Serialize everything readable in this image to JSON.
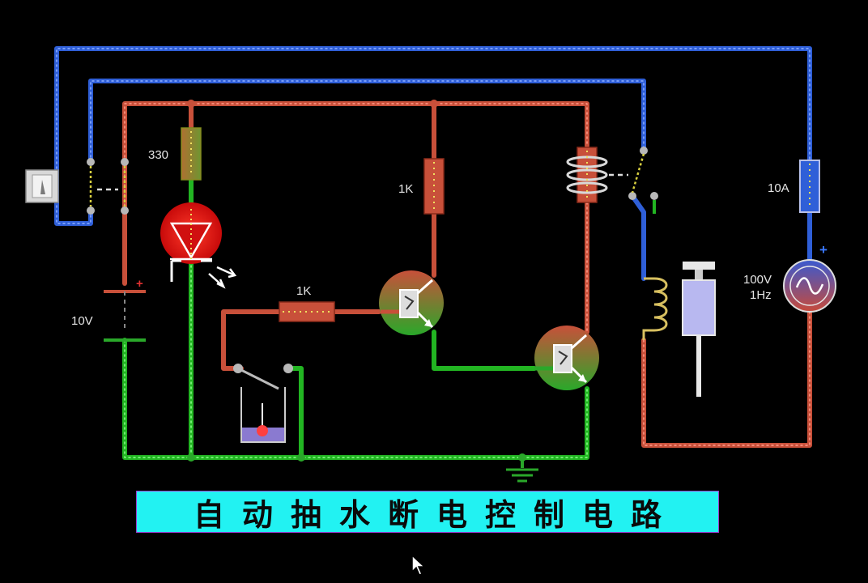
{
  "title": "自动抽水断电控制电路",
  "labels": {
    "r_led": "330",
    "r_collector": "1K",
    "r_base": "1K",
    "battery": "10V",
    "fuse": "10A",
    "ac_voltage": "100V",
    "ac_freq": "1Hz",
    "battery_plus": "+",
    "ac_plus": "+"
  },
  "colors": {
    "background": "#000000",
    "wire_high": "#c8503a",
    "wire_low": "#22b522",
    "wire_ac": "#2f5fd8",
    "title_bg": "#22f2f2",
    "title_border": "#9a3fd0",
    "led": "#e01515"
  },
  "icons": [
    "switch-icon",
    "led-icon",
    "transistor-icon",
    "relay-coil-icon",
    "solenoid-icon",
    "ac-source-icon",
    "ground-icon",
    "battery-icon",
    "cursor-icon"
  ]
}
